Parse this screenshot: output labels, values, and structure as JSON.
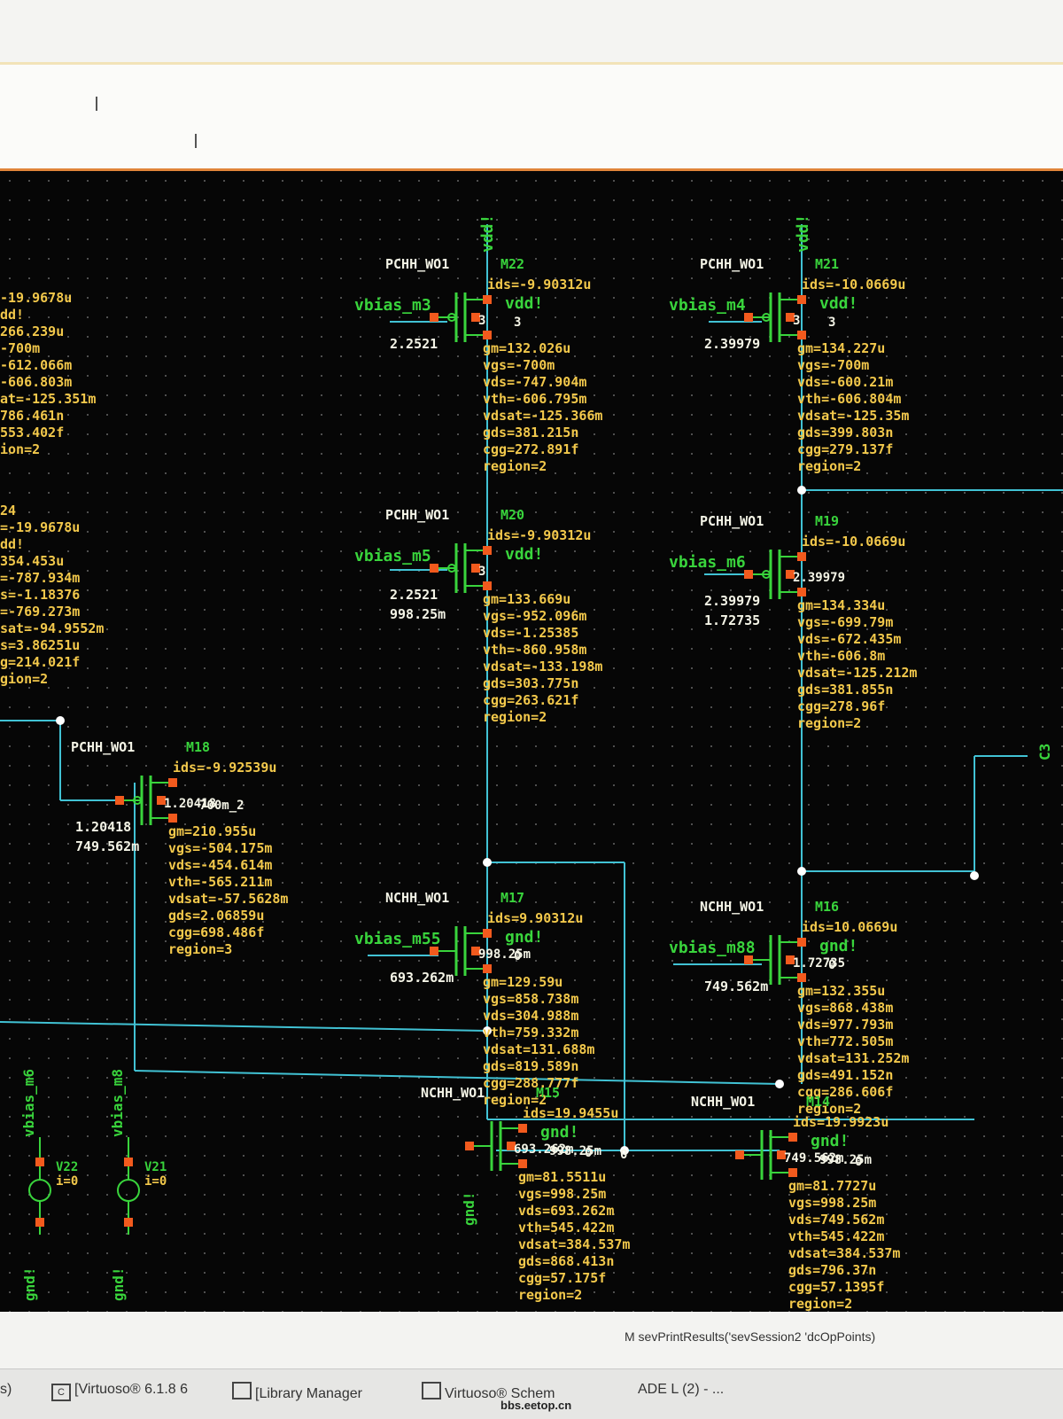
{
  "statusbar": {
    "command": "M  sevPrintResults('sevSession2 'dcOpPoints)",
    "tasks": [
      "s)",
      "[Virtuoso® 6.1.8 6",
      "[Library Manager",
      "Virtuoso® Schem",
      "ADE L (2) - ..."
    ],
    "watermark": "bbs.eetop.cn"
  },
  "colors": {
    "wire": "#41c2d4",
    "label": "#f2c84b",
    "green": "#39d43c",
    "pin": "#f25a1d",
    "bg": "#060606"
  },
  "devices": [
    {
      "id": "M22",
      "model": "PCHH_WO1",
      "gate": "vbias_m3",
      "rail": "vdd!",
      "pins": [
        "3",
        "3"
      ],
      "left_vals": [
        "2.2521"
      ],
      "ids": "ids=-9.90312u",
      "params": [
        "gm=132.026u",
        "vgs=-700m",
        "vds=-747.904m",
        "vth=-606.795m",
        "vdsat=-125.366m",
        "gds=381.215n",
        "cgg=272.891f",
        "region=2"
      ]
    },
    {
      "id": "M21",
      "model": "PCHH_WO1",
      "gate": "vbias_m4",
      "rail": "vdd!",
      "pins": [
        "3",
        "3"
      ],
      "left_vals": [
        "2.39979"
      ],
      "ids": "ids=-10.0669u",
      "params": [
        "gm=134.227u",
        "vgs=-700m",
        "vds=-600.21m",
        "vth=-606.804m",
        "vdsat=-125.35m",
        "gds=399.803n",
        "cgg=279.137f",
        "region=2"
      ]
    },
    {
      "id": "M20",
      "model": "PCHH_WO1",
      "gate": "vbias_m5",
      "rail": "vdd!",
      "pins": [
        "3"
      ],
      "left_vals": [
        "2.2521",
        "998.25m"
      ],
      "ids": "ids=-9.90312u",
      "params": [
        "gm=133.669u",
        "vgs=-952.096m",
        "vds=-1.25385",
        "vth=-860.958m",
        "vdsat=-133.198m",
        "gds=303.775n",
        "cgg=263.621f",
        "region=2"
      ]
    },
    {
      "id": "M19",
      "model": "PCHH_WO1",
      "gate": "vbias_m6",
      "rail": "",
      "pins": [
        "2.39979"
      ],
      "left_vals": [
        "2.39979",
        "1.72735"
      ],
      "ids": "ids=-10.0669u",
      "params": [
        "gm=134.334u",
        "vgs=-699.79m",
        "vds=-672.435m",
        "vth=-606.8m",
        "vdsat=-125.212m",
        "gds=381.855n",
        "cgg=278.96f",
        "region=2"
      ]
    },
    {
      "id": "M18",
      "model": "PCHH_WO1",
      "gate": "",
      "rail": "",
      "pins": [
        "1.20418",
        "700m_2"
      ],
      "left_vals": [
        "1.20418",
        "749.562m"
      ],
      "ids": "ids=-9.92539u",
      "params": [
        "gm=210.955u",
        "vgs=-504.175m",
        "vds=-454.614m",
        "vth=-565.211m",
        "vdsat=-57.5628m",
        "gds=2.06859u",
        "cgg=698.486f",
        "region=3"
      ]
    },
    {
      "id": "M17",
      "model": "NCHH_WO1",
      "gate": "vbias_m55",
      "rail": "gnd!",
      "pins": [
        "998.25m",
        "0"
      ],
      "left_vals": [
        "693.262m"
      ],
      "ids": "ids=9.90312u",
      "params": [
        "gm=129.59u",
        "vgs=858.738m",
        "vds=304.988m",
        "vth=759.332m",
        "vdsat=131.688m",
        "gds=819.589n",
        "cgg=288.777f",
        "region=2"
      ]
    },
    {
      "id": "M16",
      "model": "NCHH_WO1",
      "gate": "vbias_m88",
      "rail": "gnd!",
      "pins": [
        "1.72735",
        "0"
      ],
      "left_vals": [
        "749.562m"
      ],
      "ids": "ids=10.0669u",
      "params": [
        "gm=132.355u",
        "vgs=868.438m",
        "vds=977.793m",
        "vth=772.505m",
        "vdsat=131.252m",
        "gds=491.152n",
        "cgg=286.606f",
        "region=2"
      ]
    },
    {
      "id": "M15",
      "model": "NCHH_WO1",
      "gate": "",
      "rail": "gnd!",
      "pins": [
        "693.262m",
        "998.25m",
        "0",
        "0"
      ],
      "left_vals": [],
      "ids": "ids=19.9455u",
      "params": [
        "gm=81.5511u",
        "vgs=998.25m",
        "vds=693.262m",
        "vth=545.422m",
        "vdsat=384.537m",
        "gds=868.413n",
        "cgg=57.175f",
        "region=2"
      ]
    },
    {
      "id": "M14",
      "model": "NCHH_WO1",
      "gate": "",
      "rail": "gnd!",
      "pins": [
        "749.562m",
        "998.25m",
        "0"
      ],
      "left_vals": [],
      "ids": "ids=19.9923u",
      "params": [
        "gm=81.7727u",
        "vgs=998.25m",
        "vds=749.562m",
        "vth=545.422m",
        "vdsat=384.537m",
        "gds=796.37n",
        "cgg=57.1395f",
        "region=2"
      ]
    }
  ],
  "left_edge": {
    "top": [
      "-19.9678u",
      "dd!",
      "266.239u",
      "-700m",
      "-612.066m",
      "-606.803m",
      "at=-125.351m",
      "786.461n",
      "553.402f",
      "ion=2"
    ],
    "mid": [
      "24",
      "=-19.9678u",
      "dd!",
      "354.453u",
      "=-787.934m",
      "s=-1.18376",
      "=-769.273m",
      "sat=-94.9552m",
      "s=3.86251u",
      "g=214.021f",
      "gion=2"
    ]
  },
  "sources": [
    {
      "id": "V22",
      "net": "vbias_m6",
      "i": "i=0",
      "gnd": "gnd!"
    },
    {
      "id": "V21",
      "net": "vbias_m8",
      "i": "i=0",
      "gnd": "gnd!"
    }
  ],
  "misc": {
    "gnd_vertical": "gnd!",
    "vdd_vertical_1": "vdd!",
    "vdd_vertical_2": "vdd!",
    "cap": "C3"
  }
}
